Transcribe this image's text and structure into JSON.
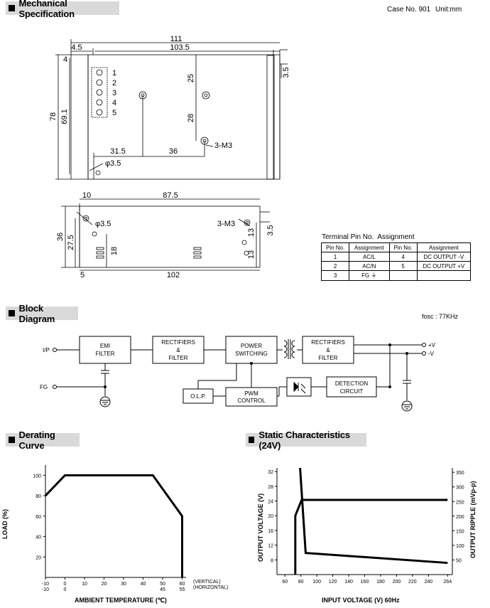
{
  "header": {
    "mech_title": "Mechanical Specification",
    "case_no": "Case No. 901",
    "unit": "Unit:mm"
  },
  "mech_top": {
    "dims": [
      "111",
      "103.5",
      "4.5",
      "4",
      "25",
      "28",
      "3-M3",
      "31.5",
      "36",
      "φ3.5",
      "78",
      "69.1",
      "3.5"
    ],
    "pins": [
      "1",
      "2",
      "3",
      "4",
      "5"
    ]
  },
  "mech_side": {
    "dims": [
      "10",
      "87.5",
      "φ3.5",
      "3-M3",
      "36",
      "27.5",
      "18",
      "13",
      "13",
      "3.5",
      "5",
      "102"
    ]
  },
  "terminal": {
    "title": "Terminal Pin No.  Assignment",
    "headers": [
      "Pin No.",
      "Assignment",
      "Pin No.",
      "Assignment"
    ],
    "rows": [
      [
        "1",
        "AC/L",
        "4",
        "DC OUTPUT -V"
      ],
      [
        "2",
        "AC/N",
        "5",
        "DC OUTPUT +V"
      ],
      [
        "3",
        "FG ⏚",
        "",
        ""
      ]
    ]
  },
  "block": {
    "title": "Block Diagram",
    "fosc": "fosc : 77KHz",
    "ip": "I/P",
    "fg": "FG",
    "emi": [
      "EMI",
      "FILTER"
    ],
    "rect1": [
      "RECTIFIERS",
      "&",
      "FILTER"
    ],
    "power": [
      "POWER",
      "SWITCHING"
    ],
    "rect2": [
      "RECTIFIERS",
      "&",
      "FILTER"
    ],
    "olp": "O.L.P.",
    "pwm": [
      "PWM",
      "CONTROL"
    ],
    "detect": [
      "DETECTION",
      "CIRCUIT"
    ],
    "plus_v": "+V",
    "minus_v": "-V"
  },
  "derating": {
    "title": "Derating Curve",
    "ylabel": "LOAD (%)",
    "xlabel": "AMBIENT TEMPERATURE (℃)",
    "vertical": "(VERTICAL)",
    "horizontal": "(HORIZONTAL)"
  },
  "static": {
    "title": "Static Characteristics (24V)",
    "ylabel_left": "OUTPUT VOLTAGE (V)",
    "ylabel_right": "OUTPUT RIPPLE (mVp-p)",
    "xlabel": "INPUT VOLTAGE (V) 60Hz"
  },
  "chart_data": [
    {
      "type": "line",
      "title": "Derating Curve",
      "xlabel": "AMBIENT TEMPERATURE (℃)",
      "ylabel": "LOAD (%)",
      "x_ticks_vertical": [
        "-10",
        "0",
        "10",
        "20",
        "30",
        "40",
        "50",
        "60"
      ],
      "x_ticks_horizontal": [
        "-10",
        "0",
        "45",
        "55"
      ],
      "y_ticks": [
        "20",
        "40",
        "60",
        "80",
        "100"
      ],
      "xlim": [
        -10,
        62
      ],
      "ylim": [
        0,
        110
      ],
      "series": [
        {
          "x": [
            -10,
            0,
            45,
            60,
            60
          ],
          "y": [
            80,
            100,
            100,
            60,
            0
          ]
        }
      ]
    },
    {
      "type": "line",
      "title": "Static Characteristics (24V)",
      "xlabel": "INPUT VOLTAGE (V) 60Hz",
      "ylabel": "OUTPUT VOLTAGE (V)",
      "ylabel_right": "OUTPUT RIPPLE (mVp-p)",
      "x_ticks": [
        "60",
        "80",
        "100",
        "120",
        "140",
        "160",
        "180",
        "200",
        "220",
        "240",
        "264"
      ],
      "y_ticks_left": [
        "8",
        "12",
        "16",
        "20",
        "24",
        "28",
        "32"
      ],
      "y_ticks_right": [
        "50",
        "100",
        "150",
        "200",
        "250",
        "300",
        "350"
      ],
      "xlim": [
        50,
        270
      ],
      "ylim_left": [
        4,
        33
      ],
      "ylim_right": [
        0,
        365
      ],
      "series": [
        {
          "axis": "left",
          "x": [
            73,
            73,
            81,
            264
          ],
          "y": [
            4,
            20,
            24.3,
            24.3
          ]
        },
        {
          "axis": "right",
          "x": [
            79,
            86,
            264
          ],
          "y": [
            365,
            74,
            40
          ]
        }
      ]
    }
  ]
}
